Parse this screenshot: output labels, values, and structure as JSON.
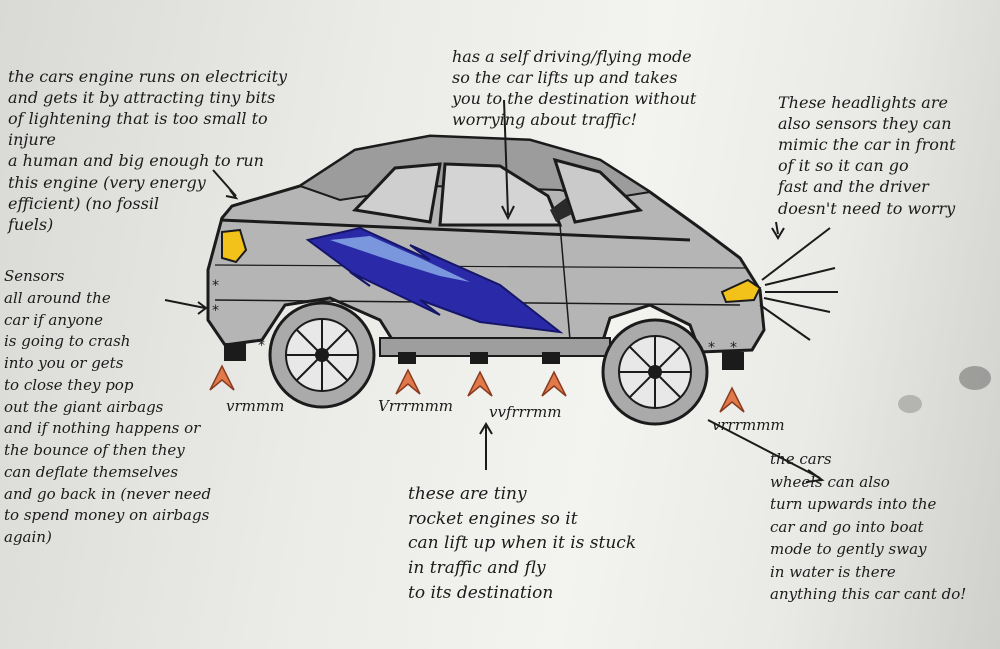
{
  "annotations": {
    "engine": "the cars engine runs on electricity\nand gets it by attracting tiny bits\nof lightening that is too small to injure\na human and big enough to run\nthis engine (very energy\nefficient) (no fossil\nfuels)",
    "self_driving": "has a self driving/flying mode\nso the car lifts up and takes\nyou to the destination without\nworrying about traffic!",
    "headlights": "These headlights are\nalso sensors they can\nmimic the car in front\nof it so it can go\nfast and the driver\ndoesn't need to worry",
    "sensors": "Sensors\nall around the\ncar if anyone\nis going to crash\ninto you or gets\nto close they pop\nout the giant airbags\nand if nothing happens or\nthe bounce of then they\ncan deflate themselves\nand go back in (never need\nto spend money on airbags\nagain)",
    "rockets": "these are tiny\nrocket engines so it\ncan lift up when it is stuck\nin traffic and fly\nto its destination",
    "wheels": "the cars\nwheels can also\nturn upwards into the\ncar and go into boat\nmode to gently sway\nin water is there\nanything this car cant do!"
  },
  "sounds": [
    "vrmmm",
    "Vrrrmmm",
    "vvfrrrmm",
    "vrrrmmm"
  ],
  "colors": {
    "car_body": "#b8b8b8",
    "lightning": "#2a2aa8",
    "headlight": "#f2c21a",
    "flame": "#e07a4a",
    "ink": "#1b1b1b"
  }
}
